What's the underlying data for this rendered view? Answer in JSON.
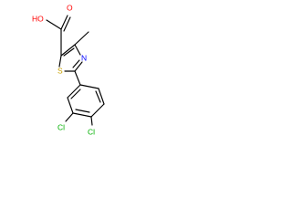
{
  "molecule": {
    "atoms": {
      "oh": "HO",
      "o": "O",
      "s": "S",
      "n": "N",
      "cl3": "Cl",
      "cl4": "Cl"
    },
    "colors": {
      "bond": "#000000",
      "oxygen": "#ff0000",
      "sulfur": "#c8a000",
      "nitrogen": "#0000ff",
      "chlorine": "#00b000"
    }
  }
}
